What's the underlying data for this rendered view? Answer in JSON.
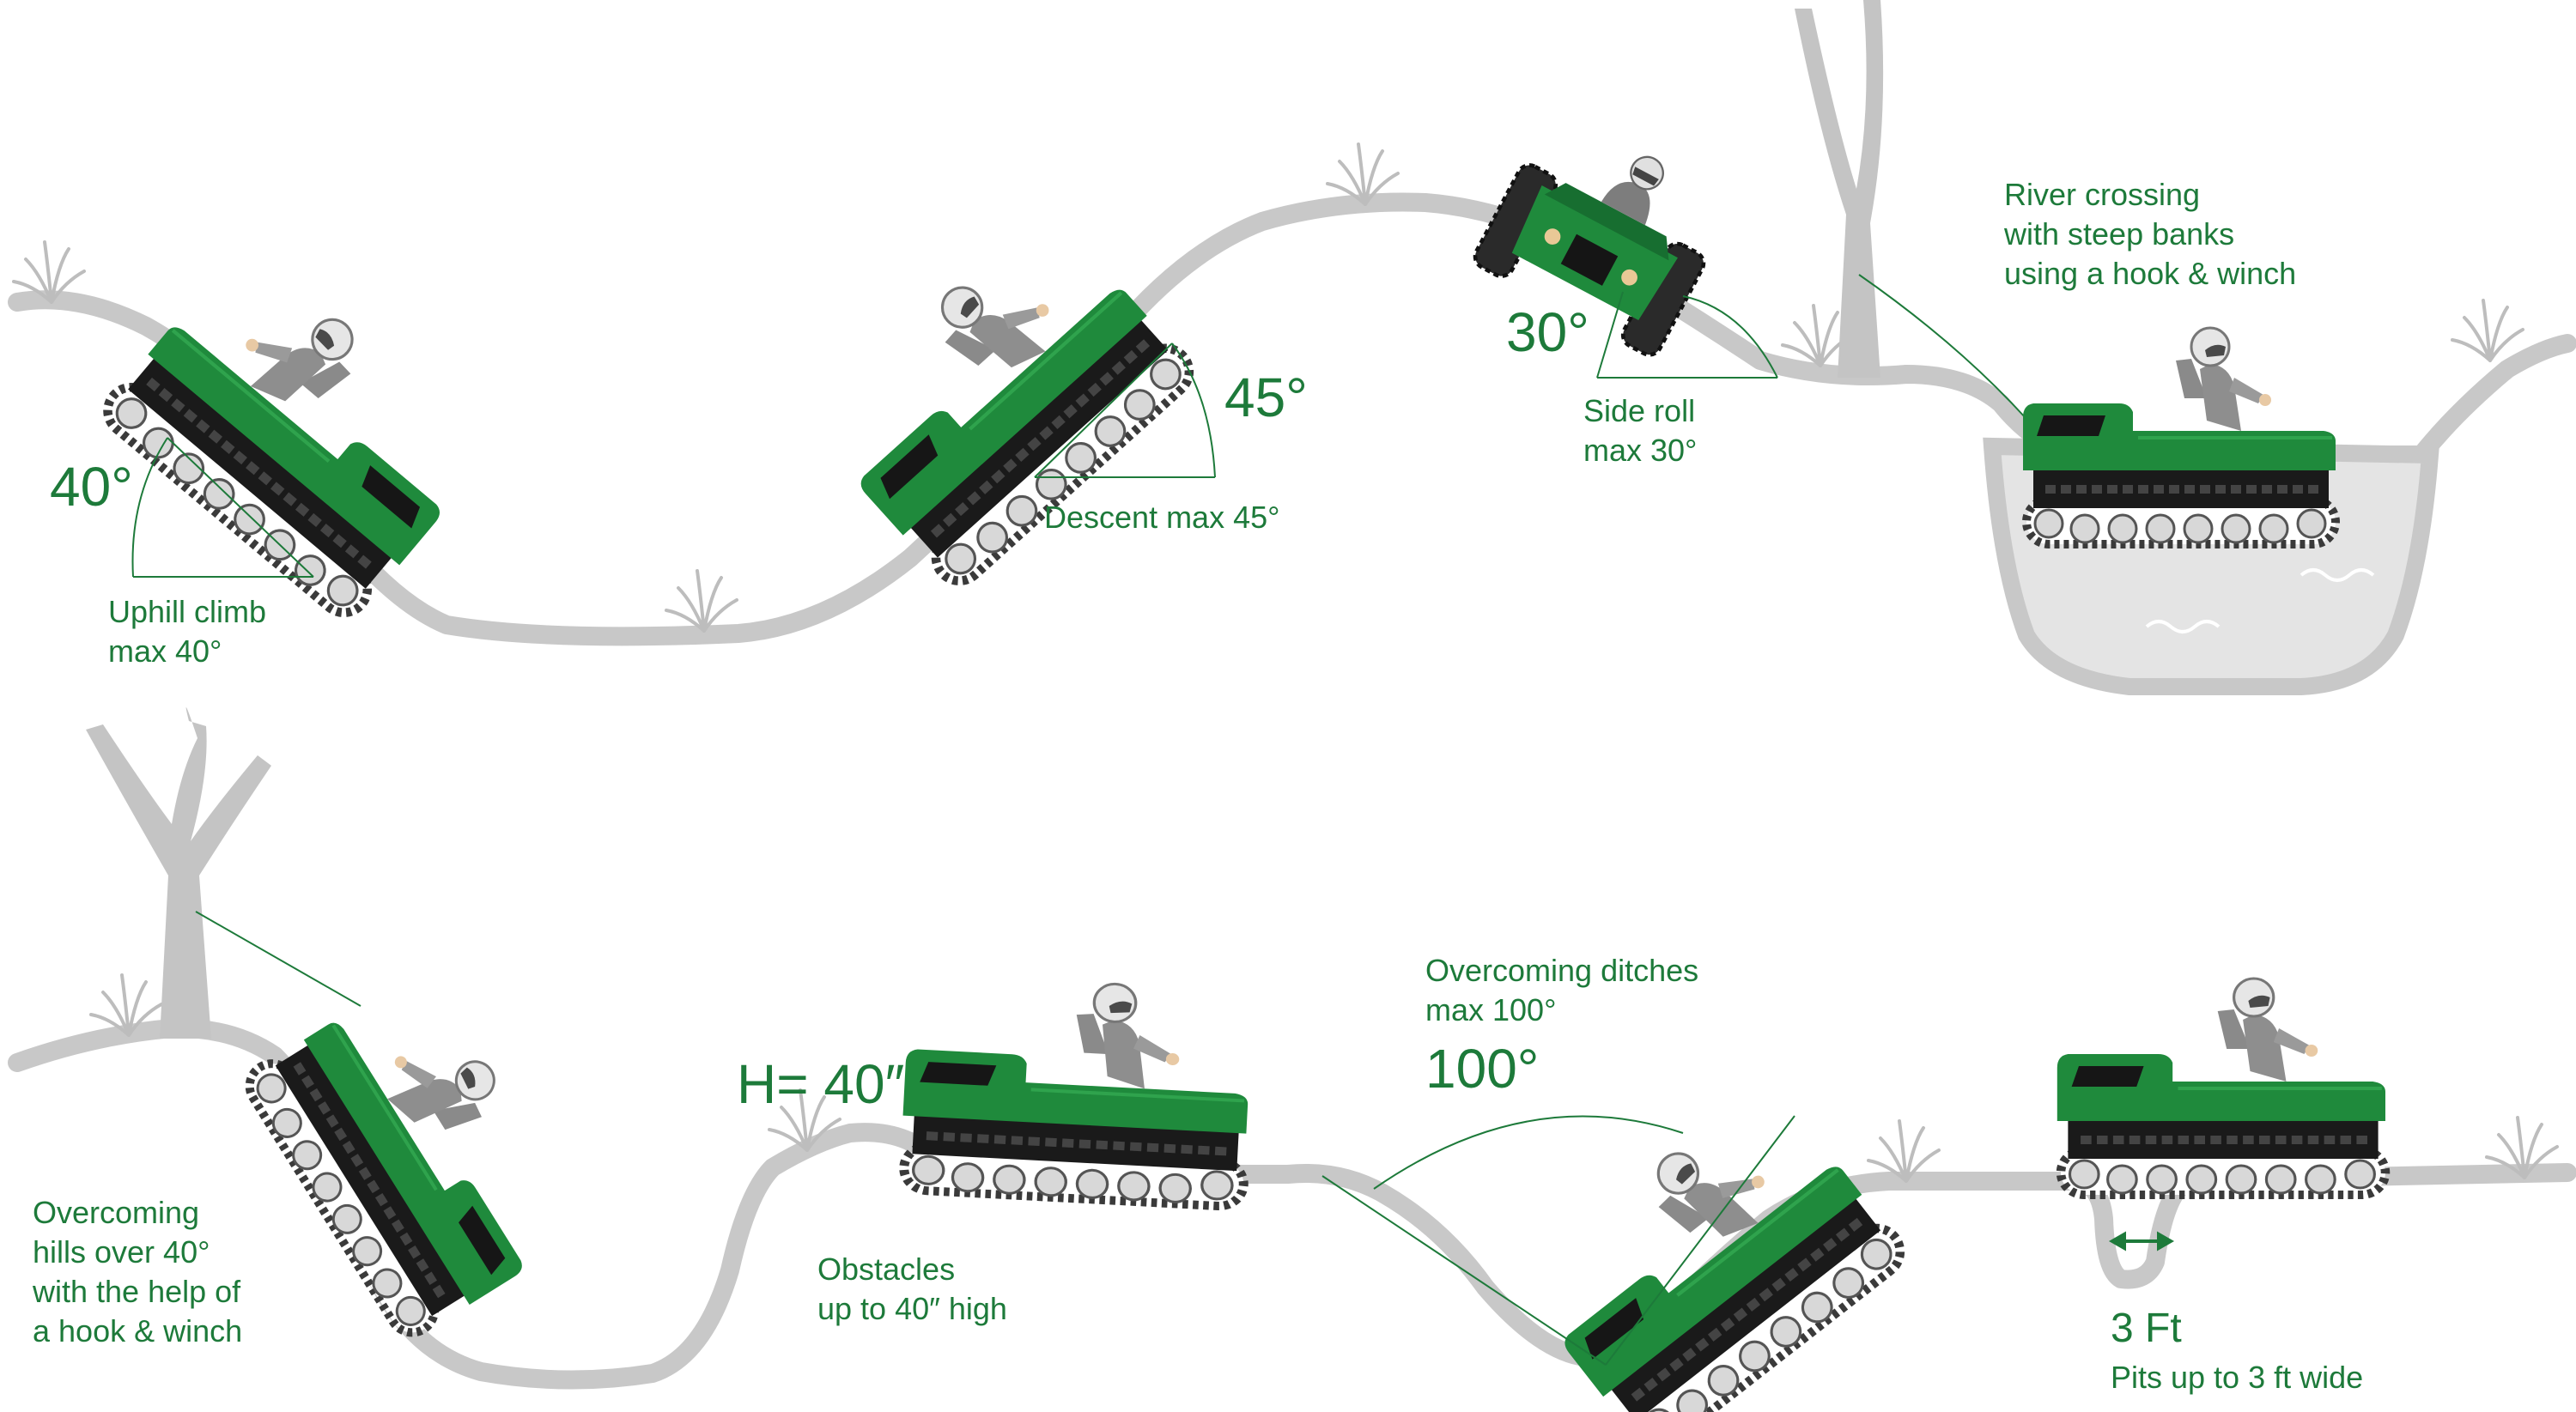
{
  "colors": {
    "accent": "#1d7a3a",
    "vehicle_body": "#1f8a3c",
    "vehicle_dark": "#1a1a1a",
    "ground": "#c8c8c8",
    "water": "#e4e4e4",
    "rider": "#8a8a8a"
  },
  "scenes": {
    "uphill": {
      "angle": "40°",
      "caption": "Uphill climb\nmax 40°"
    },
    "descent": {
      "angle": "45°",
      "caption": "Descent max 45°"
    },
    "side_roll": {
      "angle": "30°",
      "caption": "Side roll\nmax 30°"
    },
    "river": {
      "caption": "River crossing\nwith steep banks\nusing a hook & winch"
    },
    "hills": {
      "caption": "Overcoming\nhills over 40°\nwith the help of\na hook & winch"
    },
    "obstacles": {
      "height": "H= 40″",
      "caption": "Obstacles\nup to 40″ high"
    },
    "ditches": {
      "caption": "Overcoming ditches\nmax 100°",
      "angle": "100°"
    },
    "pits": {
      "width": "3 Ft",
      "caption": "Pits up to 3 ft wide"
    }
  },
  "icons": [
    "tracked-vehicle-icon",
    "rider-helmet-icon",
    "tree-icon",
    "grass-tuft-icon",
    "water-wave-icon",
    "width-arrow-icon"
  ]
}
